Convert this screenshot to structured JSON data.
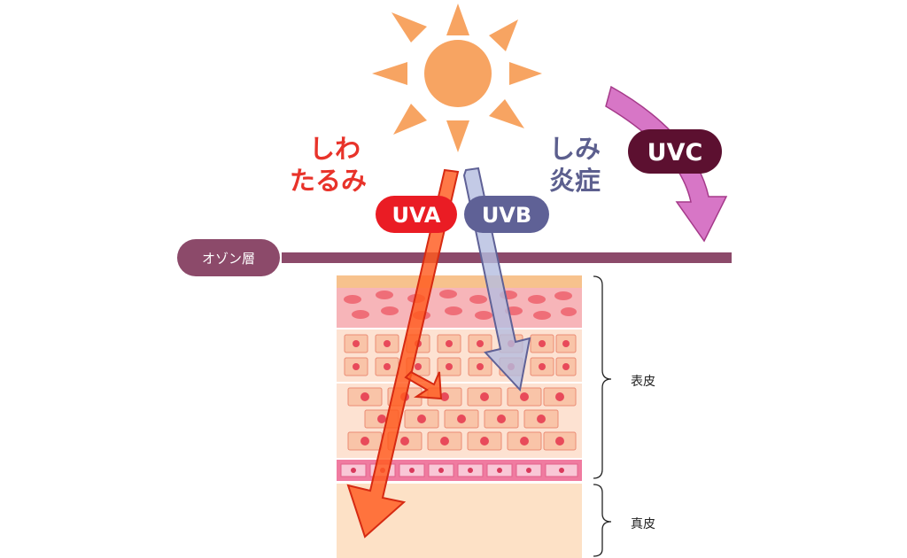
{
  "labels": {
    "uva_effect_line1": "しわ",
    "uva_effect_line2": "たるみ",
    "uvb_effect_line1": "しみ",
    "uvb_effect_line2": "炎症",
    "uva": "UVA",
    "uvb": "UVB",
    "uvc": "UVC",
    "ozone_layer": "オゾン層",
    "epidermis": "表皮",
    "dermis": "真皮"
  },
  "colors": {
    "sun": "#f7a462",
    "uva": "#ea1c24",
    "uva_arrow": "#ff5a1e",
    "uvb": "#5f6196",
    "uvb_arrow": "#b4bde0",
    "uvc": "#5c1030",
    "uvc_arrow": "#d776c6",
    "ozone": "#8c4a6a",
    "skin_top": "#f6c39d",
    "skin_pink": "#f7b5b9",
    "skin_cells": "#fde2d2",
    "dermis": "#fde1c6"
  }
}
